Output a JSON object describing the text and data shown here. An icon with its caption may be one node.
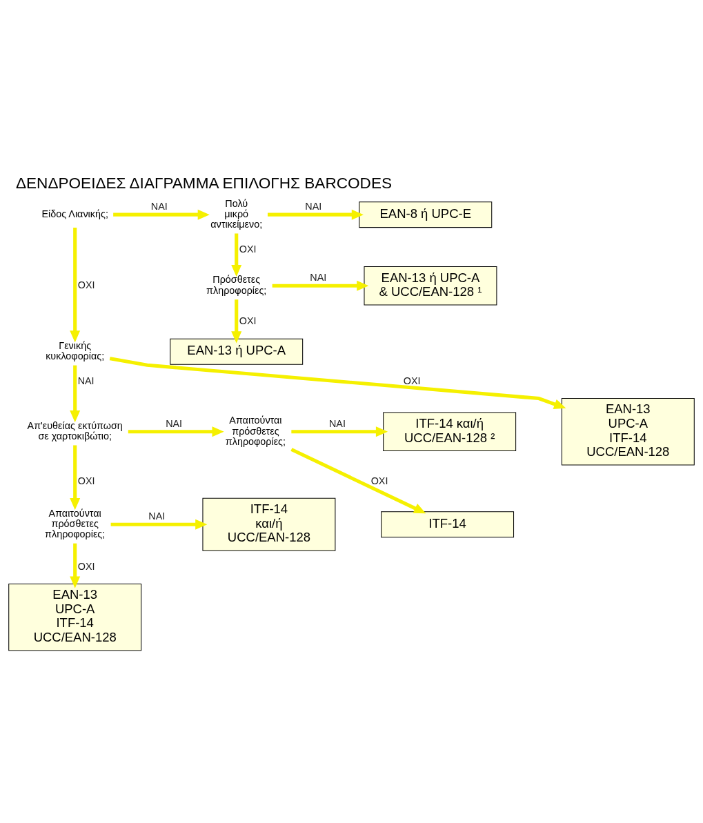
{
  "diagram": {
    "title": "ΔΕΝΔΡΟΕΙΔΕΣ ΔΙΑΓΡΑΜΜΑ ΕΠΙΛΟΓΗΣ BARCODES",
    "nodes": [
      {
        "text": [
          "Είδος Λιανικής;"
        ]
      },
      {
        "text": [
          "Πολύ μικρό αντικείμενο;"
        ]
      },
      {
        "text": [
          "EAN-8 ή UPC-E"
        ]
      },
      {
        "text": [
          "Πρόσθετες πληροφορίες;"
        ]
      },
      {
        "text": [
          "EAN-13 ή UPC-A & UCC/EAN-128 ¹"
        ]
      },
      {
        "text": [
          "Γενικής κυκλοφορίας;"
        ]
      },
      {
        "text": [
          "EAN-13 ή UPC-A"
        ]
      },
      {
        "text": [
          "Απ'ευθείας εκτύπωση σε χαρτοκιβώτιο;"
        ]
      },
      {
        "text": [
          "Απαιτούνται πρόσθετες πληροφορίες;"
        ]
      },
      {
        "text": [
          "ITF-14 και/ή UCC/EAN-128 ²"
        ]
      },
      {
        "text": [
          "ITF-14"
        ]
      },
      {
        "text": [
          "Απαιτούνται πρόσθετες πληροφορίες;"
        ]
      },
      {
        "text": [
          "ITF-14 και/ή UCC/EAN-128"
        ]
      },
      {
        "text": [
          "EAN-13 UPC-A ITF-14 UCC/EAN-128"
        ]
      },
      {
        "text": [
          "EAN-13 UPC-A ITF-14 UCC/EAN-128"
        ]
      }
    ],
    "edges": [
      {
        "from": 0,
        "to": 1,
        "arrow": "to",
        "label": "ΝΑΙ"
      },
      {
        "from": 0,
        "to": 5,
        "arrow": "to",
        "label": "ΟΧΙ"
      },
      {
        "from": 1,
        "to": 2,
        "arrow": "to",
        "label": "ΝΑΙ"
      },
      {
        "from": 1,
        "to": 3,
        "arrow": "to",
        "label": "ΟΧΙ"
      },
      {
        "from": 3,
        "to": 4,
        "arrow": "to",
        "label": "ΝΑΙ"
      },
      {
        "from": 3,
        "to": 6,
        "arrow": "to",
        "label": "ΟΧΙ"
      },
      {
        "from": 5,
        "to": 7,
        "arrow": "to",
        "label": "ΝΑΙ"
      },
      {
        "from": 5,
        "to": 14,
        "arrow": "to",
        "label": "ΟΧΙ"
      },
      {
        "from": 7,
        "to": 8,
        "arrow": "to",
        "label": "ΝΑΙ"
      },
      {
        "from": 7,
        "to": 11,
        "arrow": "to",
        "label": "ΟΧΙ"
      },
      {
        "from": 8,
        "to": 9,
        "arrow": "to",
        "label": "ΝΑΙ"
      },
      {
        "from": 8,
        "to": 10,
        "arrow": "to",
        "label": "ΟΧΙ"
      },
      {
        "from": 11,
        "to": 12,
        "arrow": "to",
        "label": "ΝΑΙ"
      },
      {
        "from": 11,
        "to": 13,
        "arrow": "to",
        "label": "ΟΧΙ"
      }
    ]
  }
}
